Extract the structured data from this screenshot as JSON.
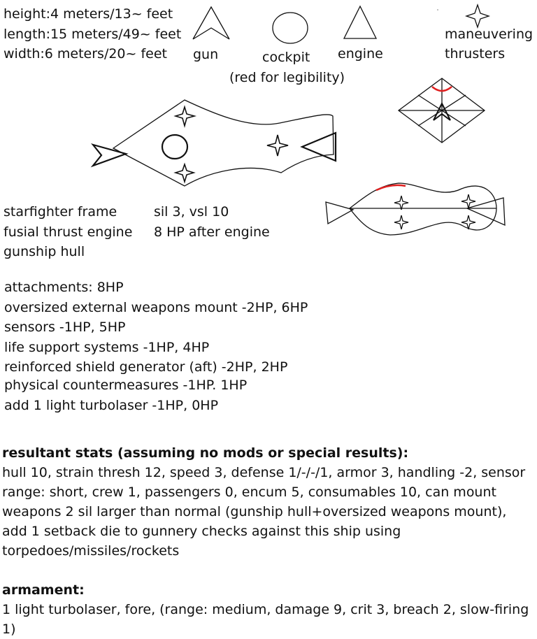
{
  "dimensions": {
    "height": "height:4 meters/13~ feet",
    "length": "length:15 meters/49~ feet",
    "width": "width:6 meters/20~ feet"
  },
  "legend": {
    "gun": "gun",
    "cockpit": "cockpit",
    "cockpit_note": "(red for legibility)",
    "engine": "engine",
    "thrusters_line1": "maneuvering",
    "thrusters_line2": "thrusters"
  },
  "build": {
    "frame": "starfighter frame",
    "engine": "fusial thrust engine",
    "hull": "gunship hull",
    "sil_vsl": "sil 3, vsl 10",
    "hp_after_engine": "8 HP after engine"
  },
  "attachments": [
    "attachments: 8HP",
    "oversized external weapons mount -2HP, 6HP",
    "sensors -1HP, 5HP",
    "life support systems -1HP, 4HP",
    "reinforced shield generator (aft) -2HP, 2HP",
    "physical countermeasures -1HP. 1HP",
    "add 1 light turbolaser -1HP, 0HP"
  ],
  "stats": {
    "heading": "resultant stats (assuming no mods or special results):",
    "body": "hull 10, strain thresh 12, speed 3, defense 1/-/-/1, armor 3, handling -2, sensor range: short, crew 1, passengers 0, encum 5, consumables 10, can mount weapons 2 sil larger than normal (gunship hull+oversized weapons mount), add 1 setback die to gunnery checks against this ship using torpedoes/missiles/rockets"
  },
  "armament": {
    "heading": "armament:",
    "body": "1 light turbolaser, fore, (range: medium, damage 9, crit 3, breach 2, slow-firing 1)"
  },
  "colors": {
    "ink": "#111111",
    "cockpit_red": "#e02020"
  }
}
